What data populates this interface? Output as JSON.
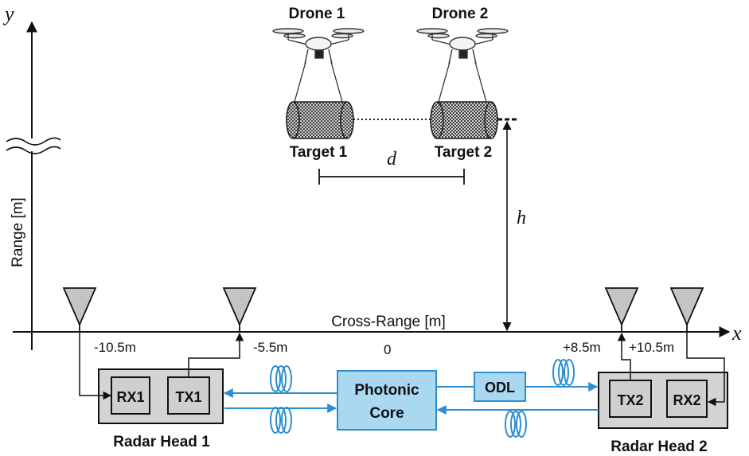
{
  "drones": [
    {
      "label": "Drone 1",
      "target": "Target 1"
    },
    {
      "label": "Drone 2",
      "target": "Target 2"
    }
  ],
  "axes": {
    "x_symbol": "x",
    "y_symbol": "y",
    "x_label": "Cross-Range [m]",
    "y_label": "Range [m]"
  },
  "dimensions": {
    "separation": "d",
    "height": "h"
  },
  "antenna_positions": [
    "-10.5m",
    "-5.5m",
    "0",
    "+8.5m",
    "+10.5m"
  ],
  "radar_head_1": {
    "label": "Radar Head 1",
    "rx": "RX1",
    "tx": "TX1"
  },
  "radar_head_2": {
    "label": "Radar Head 2",
    "rx": "RX2",
    "tx": "TX2"
  },
  "photonic_core": {
    "line1": "Photonic",
    "line2": "Core"
  },
  "odl": "ODL",
  "colors": {
    "fiber": "#2a8fd0",
    "photonic_fill": "#a9d8f0",
    "radar_fill": "#d4d4d4",
    "ink": "#111111"
  }
}
